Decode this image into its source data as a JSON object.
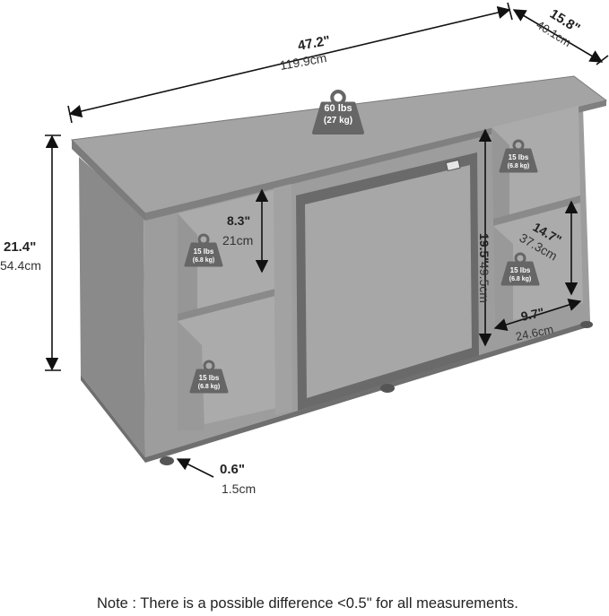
{
  "dimensions": {
    "width_in": "47.2\"",
    "width_cm": "119.9cm",
    "depth_in": "15.8\"",
    "depth_cm": "40.1cm",
    "height_in": "21.4\"",
    "height_cm": "54.4cm",
    "shelf_height_in": "8.3\"",
    "shelf_height_cm": "21cm",
    "door_height_in": "19.5\"",
    "door_height_cm": "49.5cm",
    "right_shelf_in": "14.7\"",
    "right_shelf_cm": "37.3cm",
    "right_depth_in": "9.7\"",
    "right_depth_cm": "24.6cm",
    "foot_in": "0.6\"",
    "foot_cm": "1.5cm"
  },
  "weights": {
    "top": {
      "lbs": "60 lbs",
      "kg": "(27 kg)"
    },
    "shelf": {
      "lbs": "15 lbs",
      "kg": "(6.8 kg)"
    }
  },
  "colors": {
    "cabinet_face": "#9d9d9d",
    "cabinet_top": "#8f8f8f",
    "cabinet_shadow": "#777777",
    "interior": "#a9a9a9",
    "door_frame": "#6a6a6a",
    "weight_icon": "#666666",
    "dimension_line": "#111111"
  },
  "note": "Note : There is a possible difference <0.5\" for all measurements."
}
